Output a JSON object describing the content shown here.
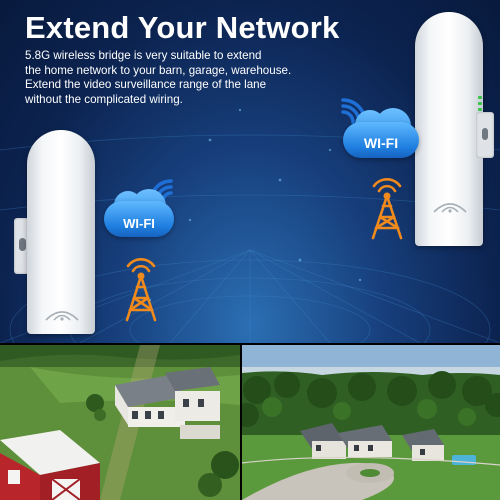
{
  "hero": {
    "title": "Extend Your Network",
    "description_lines": [
      "5.8G wireless bridge is very suitable to extend",
      "the home network to your barn, garage, warehouse.",
      "Extend the video surveillance range of the lane",
      "without the complicated wiring."
    ]
  },
  "devices": {
    "left": {
      "icon": "wireless-bridge-device"
    },
    "right": {
      "icon": "wireless-bridge-device"
    }
  },
  "wifi_badges": {
    "left": {
      "label": "WI-FI",
      "icon": "wifi-cloud-icon"
    },
    "right": {
      "label": "WI-FI",
      "icon": "wifi-cloud-icon"
    }
  },
  "towers": {
    "left": {
      "icon": "signal-tower-icon"
    },
    "right": {
      "icon": "signal-tower-icon"
    }
  },
  "photos": {
    "left": {
      "subject": "aerial-farm-with-red-barn"
    },
    "right": {
      "subject": "aerial-house-with-trees"
    }
  },
  "colors": {
    "background_navy": "#0c2350",
    "wifi_blue": "#1f7fe0",
    "tower_orange": "#f08a1c",
    "barn_red": "#b8262c"
  }
}
